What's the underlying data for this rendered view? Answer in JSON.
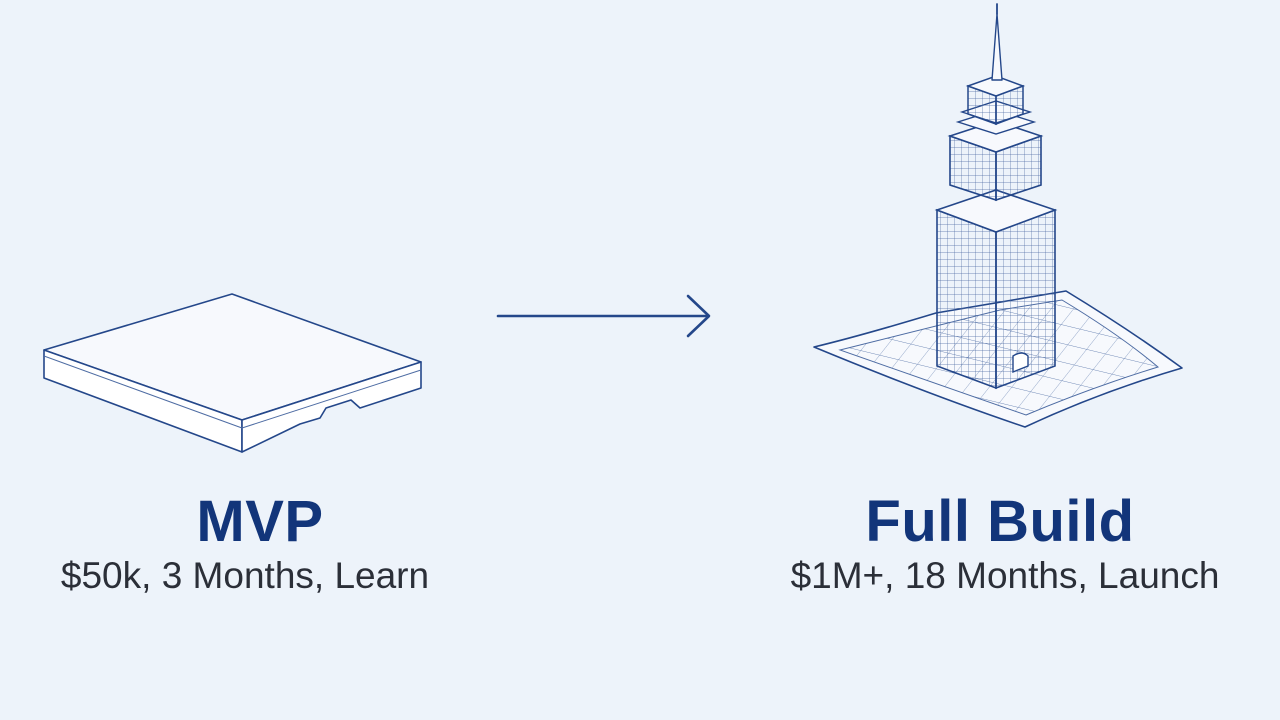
{
  "colors": {
    "background": "#edf3fa",
    "title": "#12357a",
    "subtitle": "#2b2f38",
    "line": "#24478a",
    "line_light": "#4e6ca3",
    "fill_light": "#f7f9fd"
  },
  "illustrations": {
    "left": "flat-box-icon",
    "middle": "right-arrow-icon",
    "right": "skyscraper-on-blueprint-icon"
  },
  "mvp": {
    "title": "MVP",
    "detail": "$50k, 3 Months, Learn"
  },
  "full_build": {
    "title": "Full Build",
    "detail": "$1M+, 18 Months, Launch"
  }
}
